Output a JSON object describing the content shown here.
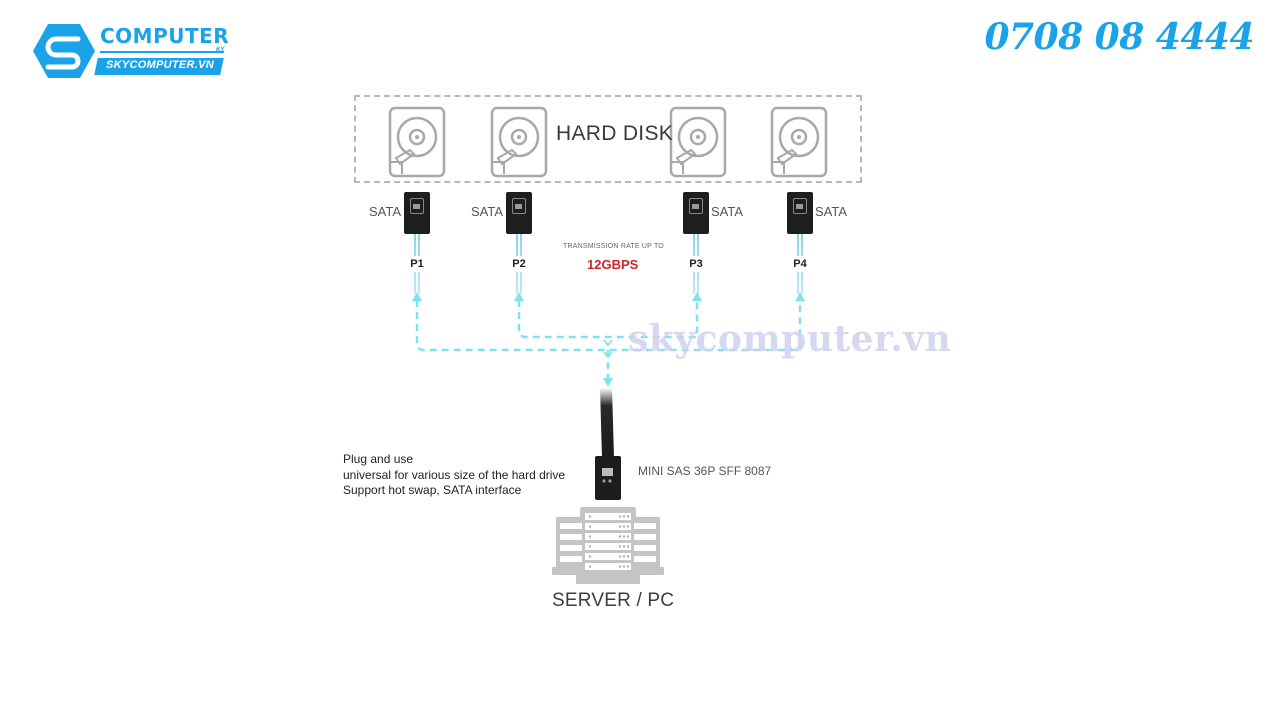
{
  "brand": {
    "name": "COMPUTER",
    "suffix": "KY",
    "url": "SKYCOMPUTER.VN",
    "icon": "s-hexagon-logo-icon",
    "color": "#1aa3e8"
  },
  "phone": "0708 08 4444",
  "diagram": {
    "title": "HARD DISK",
    "disks": [
      {
        "id": 1,
        "icon": "hard-disk-icon"
      },
      {
        "id": 2,
        "icon": "hard-disk-icon"
      },
      {
        "id": 3,
        "icon": "hard-disk-icon"
      },
      {
        "id": 4,
        "icon": "hard-disk-icon"
      }
    ],
    "ports": [
      {
        "connector": "SATA",
        "label": "P1"
      },
      {
        "connector": "SATA",
        "label": "P2"
      },
      {
        "connector": "SATA",
        "label": "P3"
      },
      {
        "connector": "SATA",
        "label": "P4"
      }
    ],
    "transmission": {
      "caption": "TRANSMISSION RATE UP TO",
      "value": "12GBPS",
      "color": "#c9262c"
    },
    "watermark": "skycomputer.vn",
    "features": [
      "Plug and use",
      "universal for various size of the hard drive",
      "Support hot swap, SATA interface"
    ],
    "host_connector": "MINI SAS 36P SFF 8087",
    "host": "SERVER / PC",
    "line_color": "#7fe3ef"
  }
}
